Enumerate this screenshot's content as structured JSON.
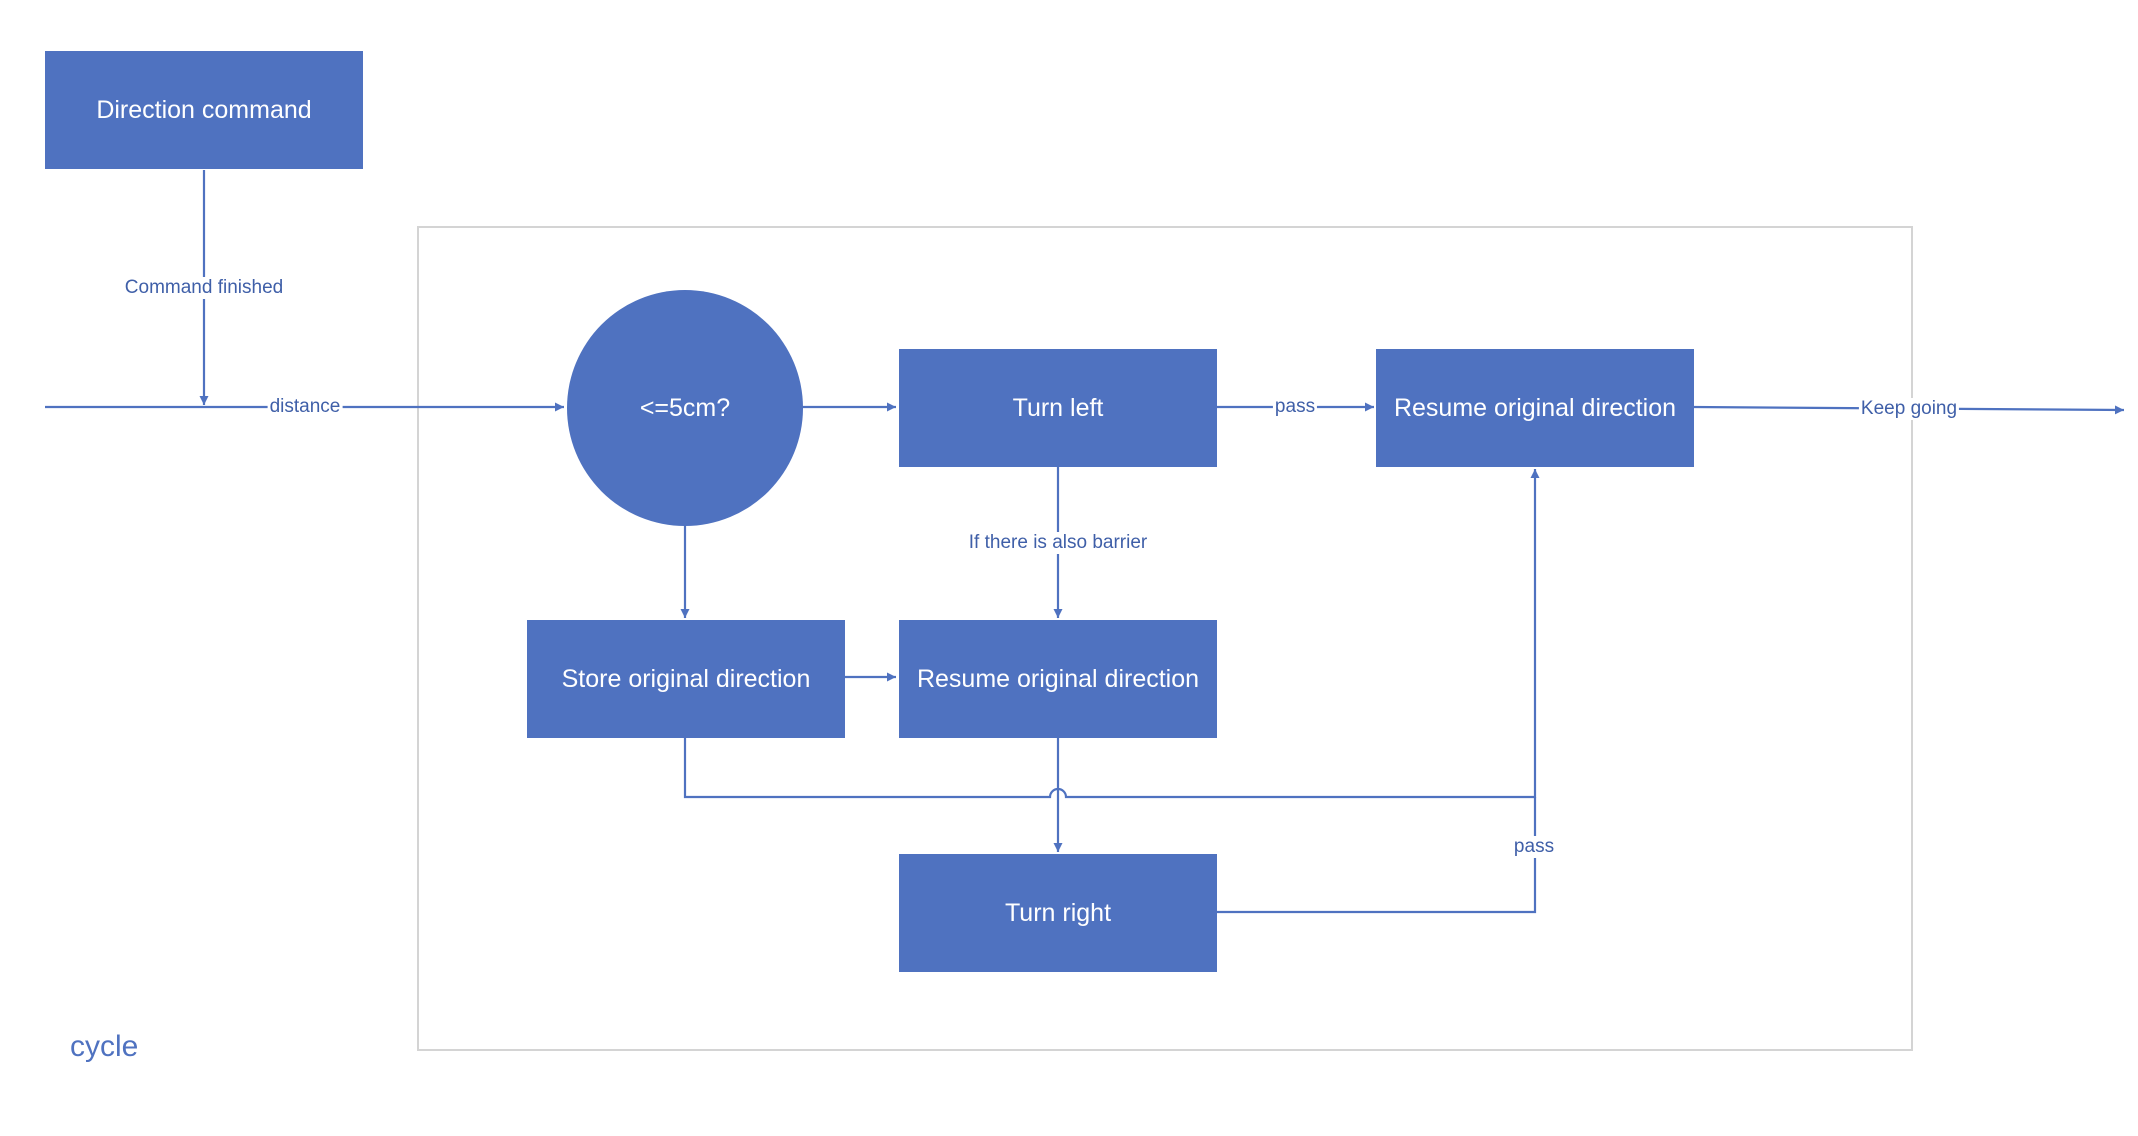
{
  "colors": {
    "node": "#4f72c0",
    "edge": "#4f72c0",
    "label": "#3f5fa8",
    "frame": "#d4d4d4"
  },
  "nodes": {
    "direction_command": "Direction command",
    "distance_check": "<=5cm?",
    "turn_left": "Turn left",
    "resume_top": "Resume original direction",
    "store_direction": "Store original direction",
    "resume_middle": "Resume original direction",
    "turn_right": "Turn right"
  },
  "edge_labels": {
    "command_finished": "Command finished",
    "distance": "distance",
    "pass_top": "pass",
    "keep_going": "Keep going",
    "also_barrier": "If there is also barrier",
    "pass_right": "pass"
  },
  "group_label": "cycle"
}
